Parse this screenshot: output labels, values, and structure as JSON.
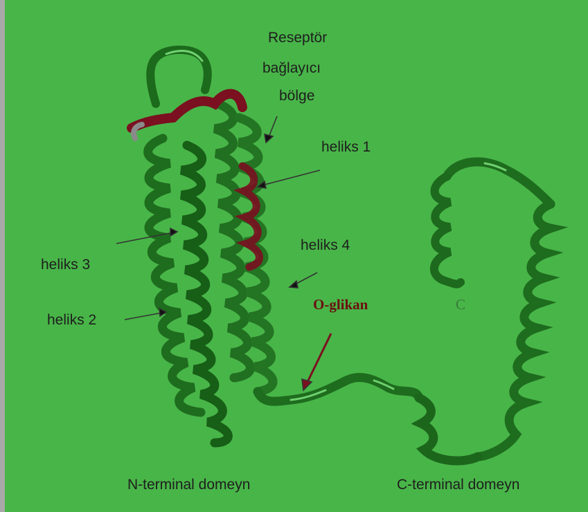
{
  "labels": {
    "receptor_line1": "Reseptör",
    "receptor_line2": "bağlayıcı",
    "receptor_line3": "bölge",
    "helix1": "heliks 1",
    "helix2": "heliks 2",
    "helix3": "heliks 3",
    "helix4": "heliks 4",
    "o_glycan": "O-glikan",
    "c_end": "C",
    "n_domain": "N-terminal domeyn",
    "c_domain": "C-terminal domeyn"
  },
  "colors": {
    "background": "#48b548",
    "ribbon": "#1f6e1f",
    "ribbon_highlight": "#6fd06f",
    "receptor_region": "#7a1020",
    "o_glycan_text": "#6b0f10",
    "label_text": "#1e1e1e"
  }
}
